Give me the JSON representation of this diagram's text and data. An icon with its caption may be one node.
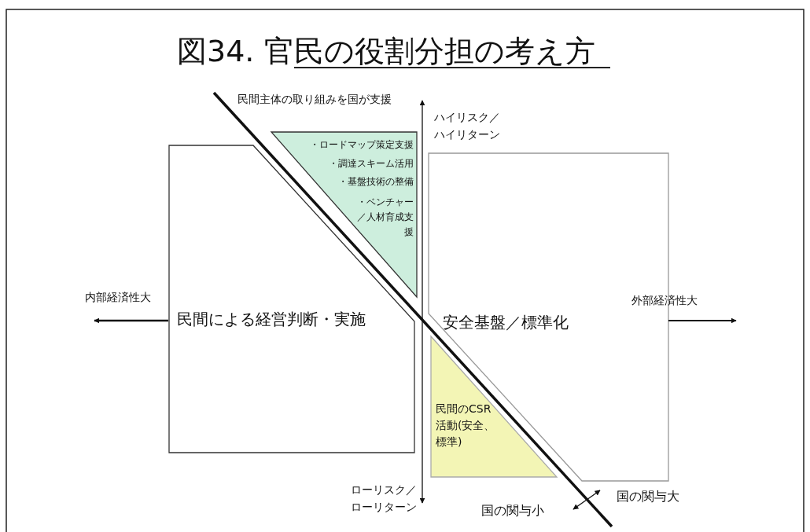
{
  "diagram": {
    "title": "図34. 官民の役割分担の考え方",
    "nodes": [
      {
        "text": [
          "民間による経営判断・実施"
        ]
      },
      {
        "text": [
          "安全基盤／標準化"
        ]
      },
      {
        "text": [
          "・ロードマップ策定支援",
          "・調達スキーム活用",
          "・基盤技術の整備",
          "・ベンチャー／人材育成支援"
        ]
      },
      {
        "text": [
          "民間のCSR活動(安全、標準)"
        ]
      }
    ],
    "labels": [
      "民間主体の取り組みを国が支援",
      "ハイリスク／ハイリターン",
      "内部経済性大",
      "外部経済性大",
      "ローリスク／ローリターン",
      "国の関与小",
      "国の関与大"
    ]
  }
}
